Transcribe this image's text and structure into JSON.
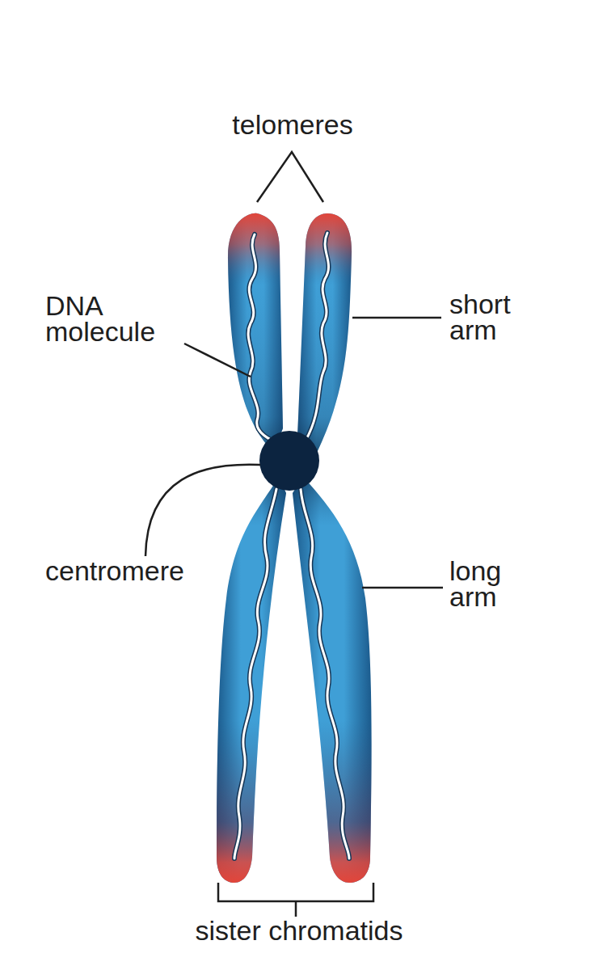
{
  "diagram": {
    "labels": [
      "telomeres",
      "DNA molecule",
      "short arm",
      "centromere",
      "long arm",
      "sister chromatids"
    ]
  }
}
